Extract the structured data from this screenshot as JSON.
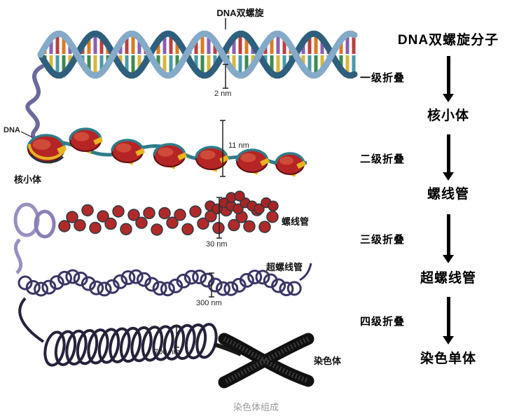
{
  "caption": "染色体组成",
  "illustration": {
    "top_label": "DNA双螺旋",
    "dna_label": "DNA",
    "nucleosome_label": "核小体",
    "solenoid_label": "螺线管",
    "supersolenoid_label": "超螺线管",
    "chromosome_label": "染色体",
    "measure_2nm": "2 nm",
    "measure_11nm": "11 nm",
    "measure_30nm": "30 nm",
    "measure_300nm": "300 nm",
    "measure_700nm": "700 nm"
  },
  "flowchart": {
    "nodes": [
      {
        "label": "DNA双螺旋分子"
      },
      {
        "label": "核小体"
      },
      {
        "label": "螺线管"
      },
      {
        "label": "超螺线管"
      },
      {
        "label": "染色单体"
      }
    ],
    "steps": [
      {
        "label": "一级折叠"
      },
      {
        "label": "二级折叠"
      },
      {
        "label": "三级折叠"
      },
      {
        "label": "四级折叠"
      }
    ]
  },
  "colors": {
    "arrow": "#000000",
    "strand_dark": "#2e5f7d",
    "strand_light": "#84aac8",
    "nucleosome_red": "#b52525",
    "histone_yellow": "#e8b41f"
  }
}
